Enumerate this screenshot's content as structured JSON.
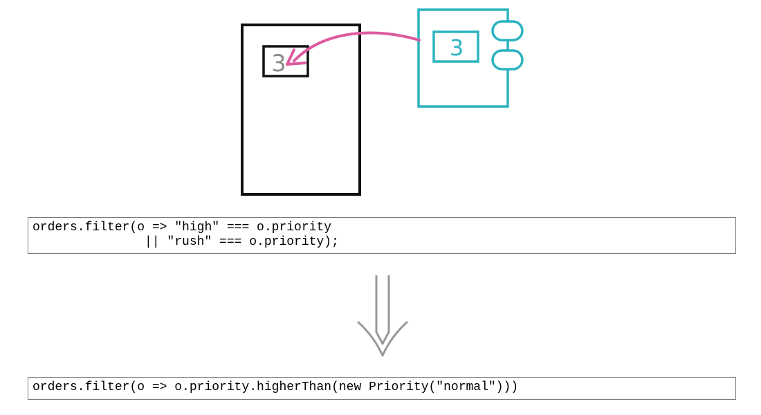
{
  "illustration": {
    "record_value": "3",
    "value_object_value": "3",
    "colors": {
      "record": "#111111",
      "value_object": "#2bb3c0",
      "copy_arrow": "#dd5b9e",
      "transform_arrow": "#999999"
    }
  },
  "code_before": {
    "lines": [
      "orders.filter(o => \"high\" === o.priority",
      "               || \"rush\" === o.priority);"
    ]
  },
  "code_after": {
    "lines": [
      "orders.filter(o => o.priority.higherThan(new Priority(\"normal\")))"
    ]
  },
  "transform_arrow_icon": "double-down-arrow-icon"
}
